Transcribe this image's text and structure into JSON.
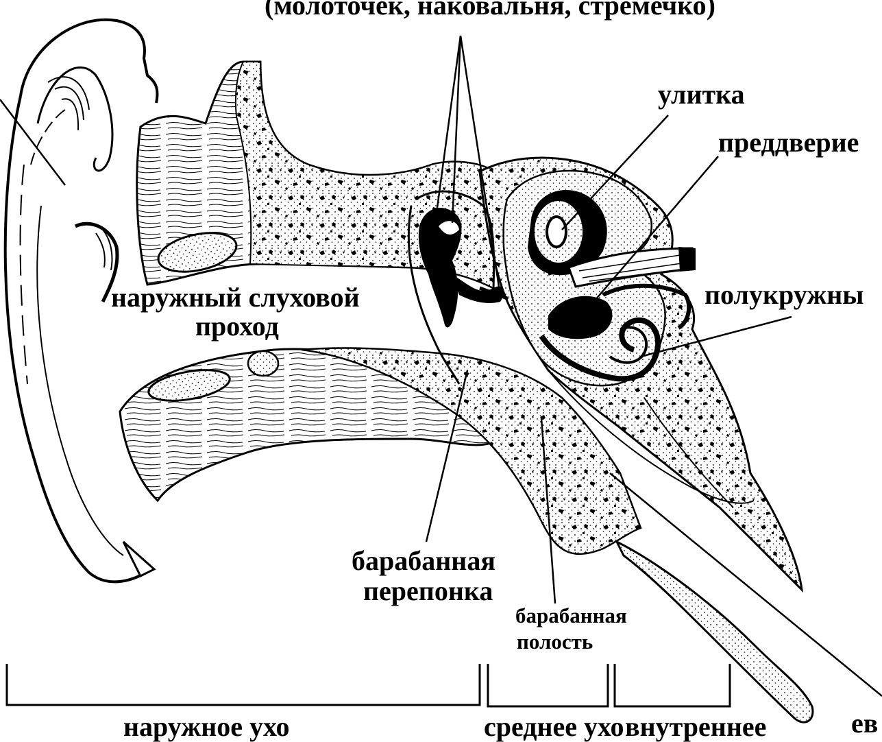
{
  "labels": {
    "ossicles": "(молоточек, наковальня, стремечко)",
    "cochlea": "улитка",
    "vestibule": "преддверие",
    "semicircular": "полукружны",
    "ear_canal_line1": "наружный слуховой",
    "ear_canal_line2": "проход",
    "eardrum_line1": "барабанная",
    "eardrum_line2": "перепонка",
    "tympanic_cavity_line1": "барабанная",
    "tympanic_cavity_line2": "полость",
    "outer_ear": "наружное ухо",
    "middle_ear": "среднее ухо",
    "inner_ear": "внутреннее",
    "eustachian": "ев"
  },
  "colors": {
    "ink": "#000000",
    "bone_fill": "#f7f7f7",
    "background": "#ffffff"
  }
}
